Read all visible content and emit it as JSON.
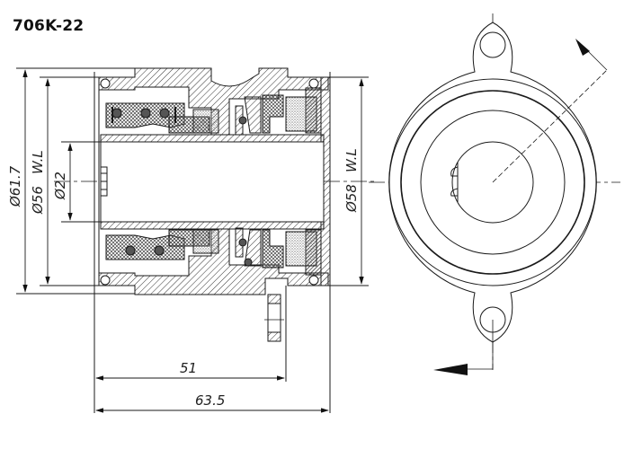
{
  "title": "706K-22",
  "section_view": {
    "dimensions": {
      "outer_diameter": "Ø61.7",
      "working_diameter_left": "Ø56",
      "working_length_left": "W.L",
      "shaft_diameter": "Ø22",
      "working_diameter_right": "Ø58",
      "working_length_right": "W.L",
      "length_inner": "51",
      "length_total": "63.5"
    }
  },
  "end_view": {
    "section_arrow_top": "arrow-up-right",
    "section_arrow_bottom": "arrow-left"
  },
  "colors": {
    "line": "#1a1a1a",
    "hatch": "#333333",
    "background": "#ffffff"
  }
}
